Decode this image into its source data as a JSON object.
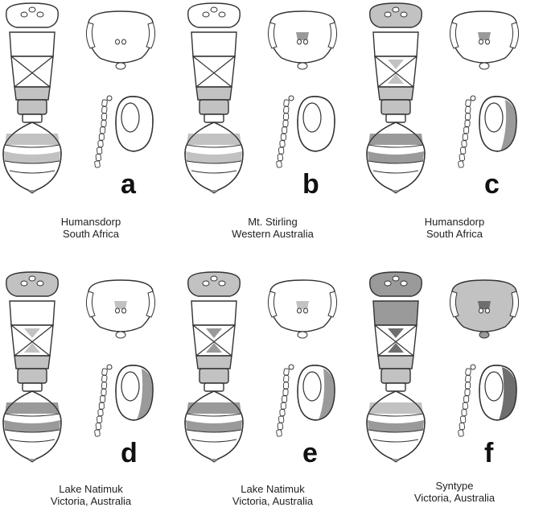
{
  "panels": [
    {
      "letter": "a",
      "locality": "Humansdorp",
      "region": "South Africa"
    },
    {
      "letter": "b",
      "locality": "Mt. Stirling",
      "region": "Western Australia"
    },
    {
      "letter": "c",
      "locality": "Humansdorp",
      "region": "South Africa"
    },
    {
      "letter": "d",
      "locality": "Lake Natimuk",
      "region": "Victoria, Australia"
    },
    {
      "letter": "e",
      "locality": "Lake Natimuk",
      "region": "Victoria, Australia"
    },
    {
      "letter": "f",
      "locality": "Syntype",
      "region": "Victoria, Australia"
    }
  ],
  "colors": {
    "outline": "#333333",
    "body_fill": "#ffffff",
    "light_mark": "#c2c2c2",
    "mid_mark": "#9a9a9a",
    "dark_mark": "#6e6e6e"
  }
}
